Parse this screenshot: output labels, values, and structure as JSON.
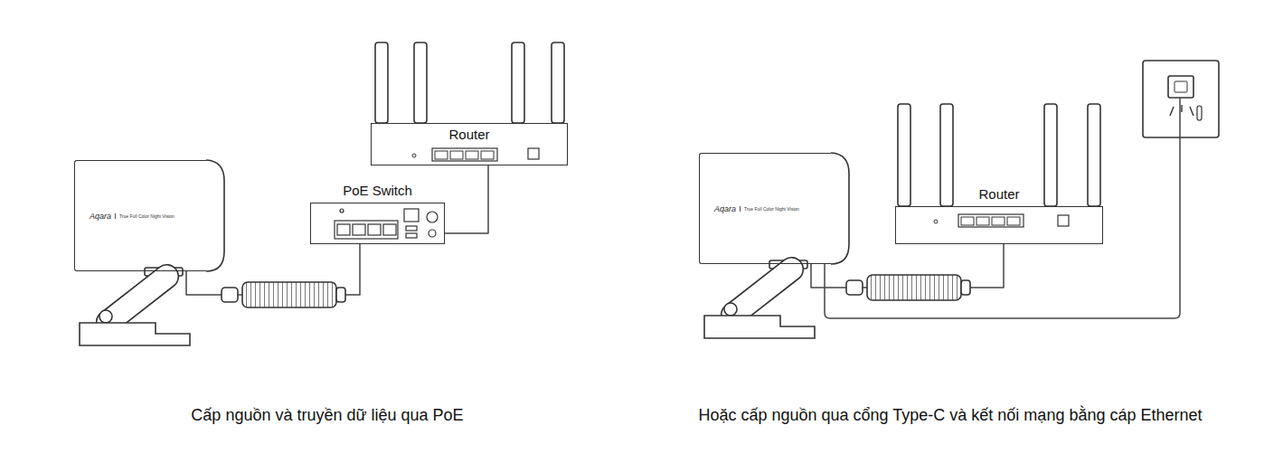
{
  "diagram": {
    "nodes": [
      {
        "text": [
          "Aqara",
          "True Full Color Night Vision"
        ]
      },
      {
        "text": [
          "Router"
        ]
      },
      {
        "text": [
          "PoE Switch"
        ]
      },
      {
        "text": [
          "Aqara",
          "True Full Color Night Vision"
        ]
      },
      {
        "text": [
          "Router"
        ]
      }
    ],
    "edges": [
      {
        "from": 0,
        "to": 2,
        "arrow": "none"
      },
      {
        "from": 2,
        "to": 1,
        "arrow": "none"
      },
      {
        "from": 3,
        "to": 4,
        "arrow": "none"
      }
    ],
    "labels": [
      "Cấp nguồn và truyền dữ liệu qua PoE",
      "Hoặc cấp nguồn qua cổng Type-C và kết nối mạng bằng cáp Ethernet"
    ]
  }
}
